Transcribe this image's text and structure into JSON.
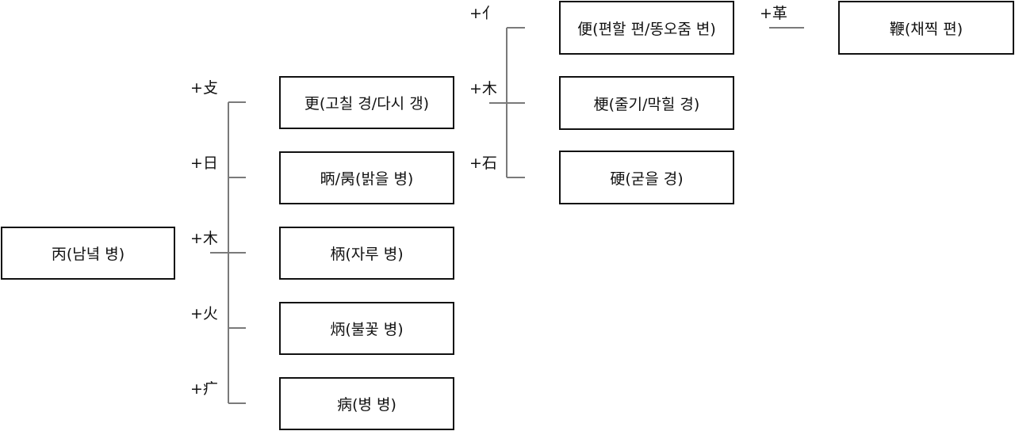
{
  "root": {
    "label": "丙(남녘 병)"
  },
  "level1": [
    {
      "radical": "+攴",
      "label": "更(고칠 경/다시 갱)"
    },
    {
      "radical": "+日",
      "label": "昞/昺(밝을 병)"
    },
    {
      "radical": "+木",
      "label": "柄(자루 병)"
    },
    {
      "radical": "+火",
      "label": "炳(불꽃 병)"
    },
    {
      "radical": "+疒",
      "label": "病(병 병)"
    }
  ],
  "level2": [
    {
      "radical": "+亻",
      "label": "便(편할 편/똥오줌 변)"
    },
    {
      "radical": "+木",
      "label": "梗(줄기/막힐 경)"
    },
    {
      "radical": "+石",
      "label": "硬(굳을 경)"
    }
  ],
  "level3": [
    {
      "radical": "+革",
      "label": "鞭(채찍 편)"
    }
  ],
  "colors": {
    "box_border": "#111111",
    "connector": "#7a7a7a",
    "background": "#ffffff"
  }
}
